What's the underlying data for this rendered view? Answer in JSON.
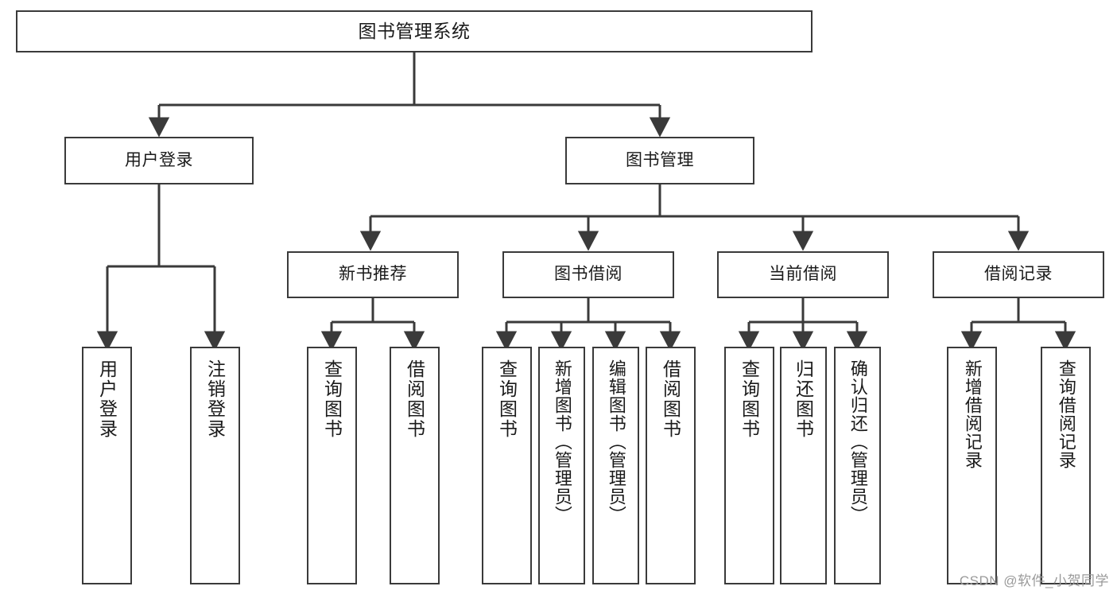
{
  "diagram": {
    "title": "图书管理系统",
    "type": "tree-hierarchy-flowchart",
    "watermark": "CSDN @软件_小贺同学",
    "line_color": "#3a3a3a",
    "box_fill": "#ffffff",
    "text_color": "#1a1a1a"
  },
  "nodes": {
    "root": {
      "label": "图书管理系统"
    },
    "level2": [
      {
        "id": "user-login",
        "label": "用户登录"
      },
      {
        "id": "book-management",
        "label": "图书管理"
      }
    ],
    "level3": [
      {
        "id": "new-book-recommend",
        "label": "新书推荐"
      },
      {
        "id": "book-borrow",
        "label": "图书借阅"
      },
      {
        "id": "current-borrow",
        "label": "当前借阅"
      },
      {
        "id": "borrow-record",
        "label": "借阅记录"
      }
    ],
    "leaves": {
      "user_login": [
        {
          "id": "leaf-user-login",
          "label": "用户登录"
        },
        {
          "id": "leaf-logout-login",
          "label": "注销登录"
        }
      ],
      "new_book_recommend": [
        {
          "id": "leaf-query-book-1",
          "label": "查询图书"
        },
        {
          "id": "leaf-borrow-book-1",
          "label": "借阅图书"
        }
      ],
      "book_borrow": [
        {
          "id": "leaf-query-book-2",
          "label": "查询图书"
        },
        {
          "id": "leaf-add-book",
          "label": "新增图书（管理员）"
        },
        {
          "id": "leaf-edit-book",
          "label": "编辑图书（管理员）"
        },
        {
          "id": "leaf-borrow-book-2",
          "label": "借阅图书"
        }
      ],
      "current_borrow": [
        {
          "id": "leaf-query-book-3",
          "label": "查询图书"
        },
        {
          "id": "leaf-return-book",
          "label": "归还图书"
        },
        {
          "id": "leaf-confirm-return",
          "label": "确认归还（管理员）"
        }
      ],
      "borrow_record": [
        {
          "id": "leaf-add-record",
          "label": "新增借阅记录"
        },
        {
          "id": "leaf-query-record",
          "label": "查询借阅记录"
        }
      ]
    }
  }
}
